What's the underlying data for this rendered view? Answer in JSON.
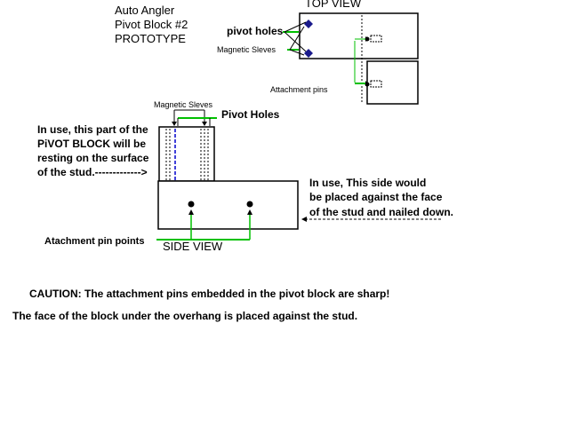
{
  "title": {
    "line1": "Auto Angler",
    "line2": "Pivot Block #2",
    "line3": "PROTOTYPE"
  },
  "top_view": {
    "heading": "TOP VIEW",
    "pivot_holes_label": "pivot holes",
    "magnetic_sleeves_label": "Magnetic Sleves",
    "attachment_pins_label": "Attachment pins"
  },
  "side_view": {
    "heading": "SIDE VIEW",
    "magnetic_sleeves_label": "Magnetic Sleves",
    "pivot_holes_label": "Pivot Holes",
    "left_note": [
      "In use, this part of the",
      "PiVOT BLOCK will be",
      "resting on the surface",
      "of the stud.------------->"
    ],
    "right_note": [
      "In use, This side would",
      "be placed against the face",
      "of the stud and nailed down."
    ],
    "attachment_pin_points_label": "Atachment pin points"
  },
  "caution": "CAUTION: The attachment pins embedded in the pivot block are sharp!",
  "footer_note": "The face of the block under the overhang is placed against the stud.",
  "colors": {
    "line": "#000000",
    "leader_green": "#00c000",
    "pivot_blue": "#1a1a8c",
    "sleeve_blue": "#0000cc"
  }
}
